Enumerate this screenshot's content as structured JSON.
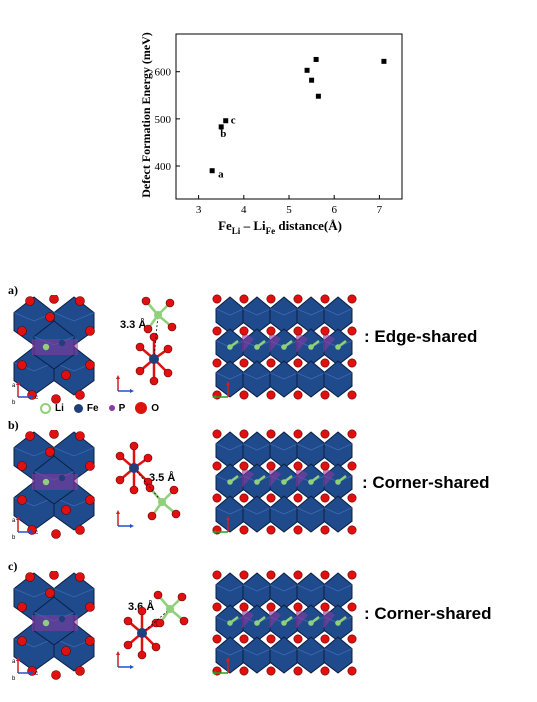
{
  "chart_data": {
    "type": "scatter",
    "ylabel": "Defect Formation Energy (meV)",
    "xlabel_parts": {
      "fe": "Fe",
      "fe_sub": "Li",
      "dash": " – ",
      "li": "Li",
      "li_sub": "Fe",
      "rest": " distance(Å)"
    },
    "xlim": [
      2.5,
      7.5
    ],
    "ylim": [
      330,
      680
    ],
    "xticks": [
      3,
      4,
      5,
      6,
      7
    ],
    "yticks": [
      400,
      500,
      600
    ],
    "points": [
      {
        "x": 3.3,
        "y": 390,
        "label": "a"
      },
      {
        "x": 3.5,
        "y": 483,
        "label": "b"
      },
      {
        "x": 3.6,
        "y": 496,
        "label": "c"
      },
      {
        "x": 5.4,
        "y": 603,
        "label": ""
      },
      {
        "x": 5.5,
        "y": 582,
        "label": ""
      },
      {
        "x": 5.6,
        "y": 626,
        "label": ""
      },
      {
        "x": 5.65,
        "y": 548,
        "label": ""
      },
      {
        "x": 7.1,
        "y": 622,
        "label": ""
      }
    ]
  },
  "panels": [
    {
      "label": "a)",
      "distance": "3.3 Å",
      "share": ": Edge-shared"
    },
    {
      "label": "b)",
      "distance": "3.5 Å",
      "share": ": Corner-shared"
    },
    {
      "label": "c)",
      "distance": "3.6 Å",
      "share": ": Corner-shared"
    }
  ],
  "axis_letters": {
    "a": "a",
    "b": "b",
    "c": "c"
  },
  "legend": [
    {
      "name": "Li",
      "color": "#8fd07a"
    },
    {
      "name": "Fe",
      "color": "#1f3f7a"
    },
    {
      "name": "P",
      "color": "#8a3aa0"
    },
    {
      "name": "O",
      "color": "#e01010"
    }
  ],
  "colors": {
    "polyhedron": "#1f4a8c",
    "oxygen": "#e01010",
    "lithium": "#8fd07a",
    "phosphate": "#8a3aa0"
  }
}
